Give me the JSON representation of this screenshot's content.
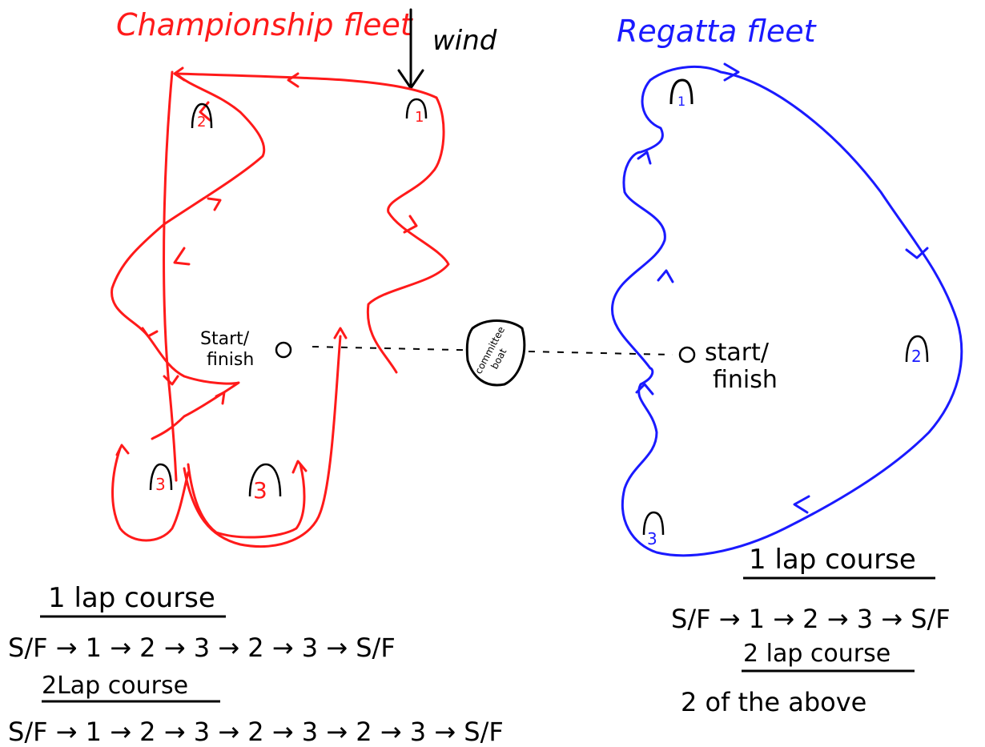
{
  "colors": {
    "championship": "#ff1a1a",
    "regatta": "#1a1aff",
    "ink": "#000000"
  },
  "championship": {
    "title": "Championship fleet",
    "marks": {
      "m1": "1",
      "m2": "2",
      "m3a": "3",
      "m3b": "3"
    },
    "start_label_1": "Start/",
    "start_label_2": "finish",
    "one_lap_heading": "1 lap course",
    "one_lap_route": "S/F → 1 → 2 → 3 → 2 → 3 → S/F",
    "two_lap_heading": "2Lap course",
    "two_lap_route": "S/F → 1 → 2 → 3 → 2 → 3 → 2 → 3 → S/F"
  },
  "wind_label": "wind",
  "committee_boat_label_1": "committee",
  "committee_boat_label_2": "boat",
  "regatta": {
    "title": "Regatta fleet",
    "marks": {
      "m1": "1",
      "m2": "2",
      "m3": "3"
    },
    "start_label_1": "start/",
    "start_label_2": "finish",
    "one_lap_heading": "1 lap course",
    "one_lap_route": "S/F → 1 → 2 → 3 → S/F",
    "two_lap_heading": "2 lap course",
    "two_lap_route": "2 of the above"
  }
}
